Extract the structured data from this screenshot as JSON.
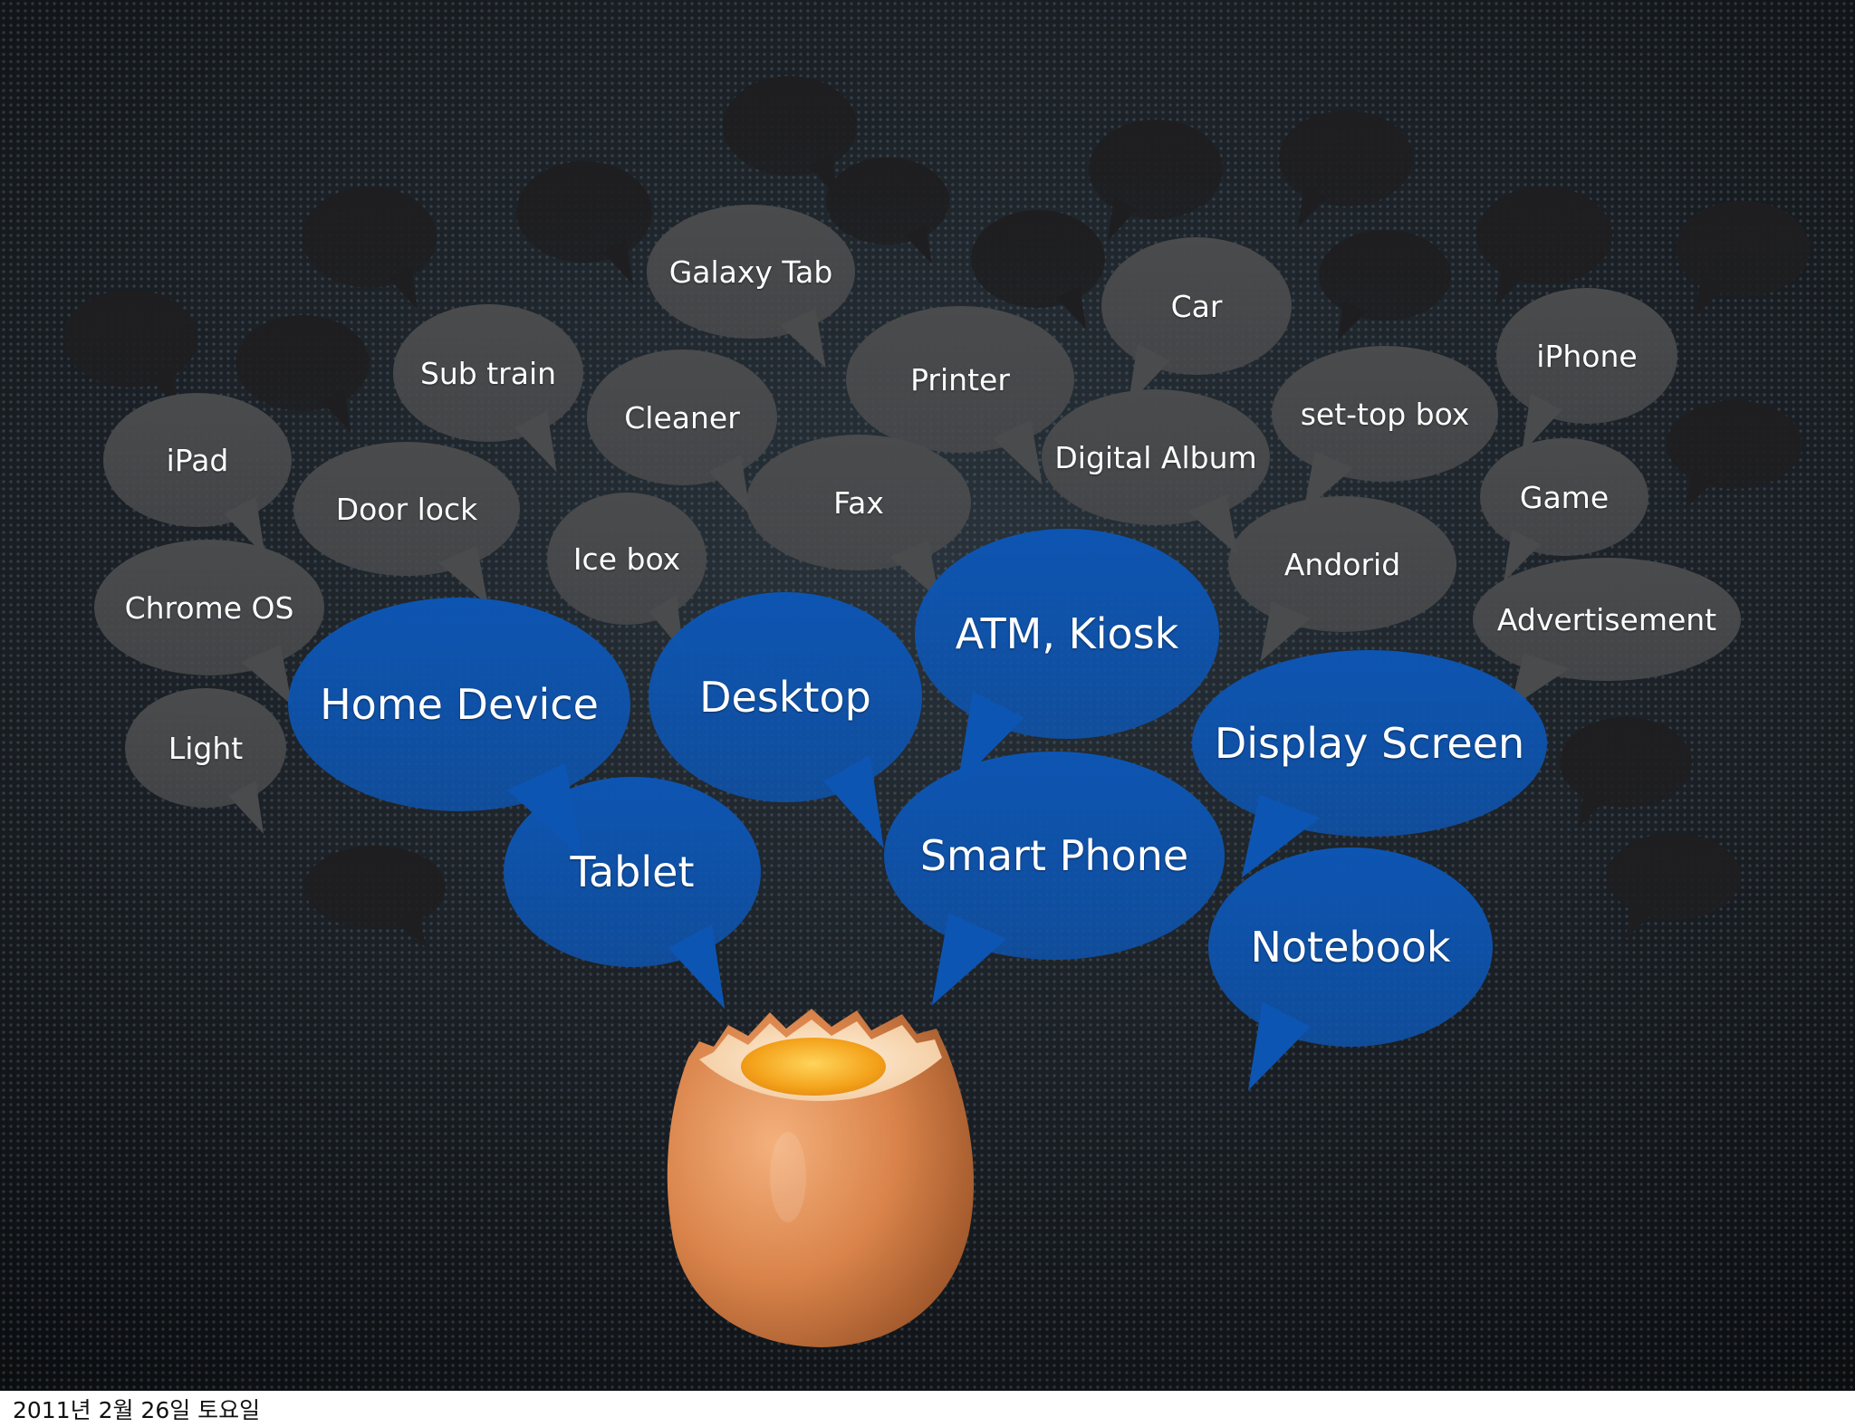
{
  "colors": {
    "gray_bubble": "#4a4b4d",
    "dark_bubble": "#1e1e20",
    "blue_bubble": "#0d55b2",
    "text": "#ffffff",
    "egg_shell": "#d9834a",
    "egg_yolk": "#f4a31c"
  },
  "bubbles": {
    "gray": [
      "Galaxy Tab",
      "Car",
      "Sub train",
      "Printer",
      "iPhone",
      "Cleaner",
      "set-top box",
      "iPad",
      "Digital Album",
      "Door lock",
      "Fax",
      "Game",
      "Ice box",
      "Andorid",
      "Chrome OS",
      "Advertisement",
      "Light"
    ],
    "blue": [
      "ATM, Kiosk",
      "Home Device",
      "Desktop",
      "Display Screen",
      "Smart Phone",
      "Tablet",
      "Notebook"
    ]
  },
  "egg": {
    "icon": "cracked-egg-icon"
  },
  "footer": {
    "date": "2011년 2월 26일 토요일"
  }
}
